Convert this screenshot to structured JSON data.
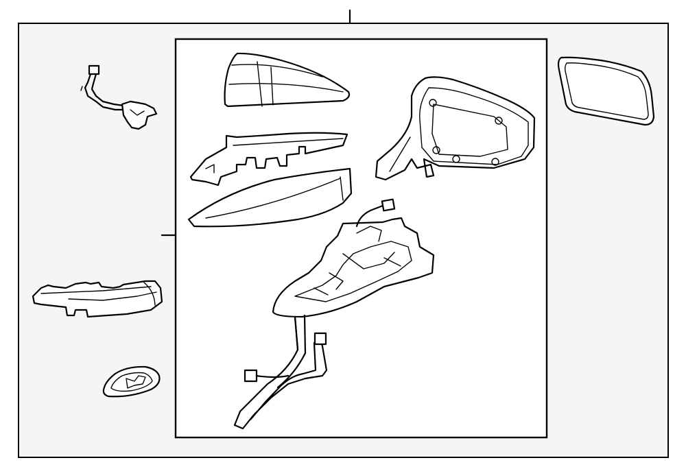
{
  "diagram": {
    "colors": {
      "line": "#000000",
      "outer_panel": "#f5f5f5",
      "inner_panel": "#ffffff"
    },
    "parts": [
      "mirror-cover-cap",
      "cover-trim-upper",
      "cover-trim-lower",
      "mirror-glass-holder",
      "mirror-glass",
      "mirror-base-harness-assembly",
      "wiring-harness",
      "turn-signal-lamp",
      "puddle-lamp"
    ]
  }
}
